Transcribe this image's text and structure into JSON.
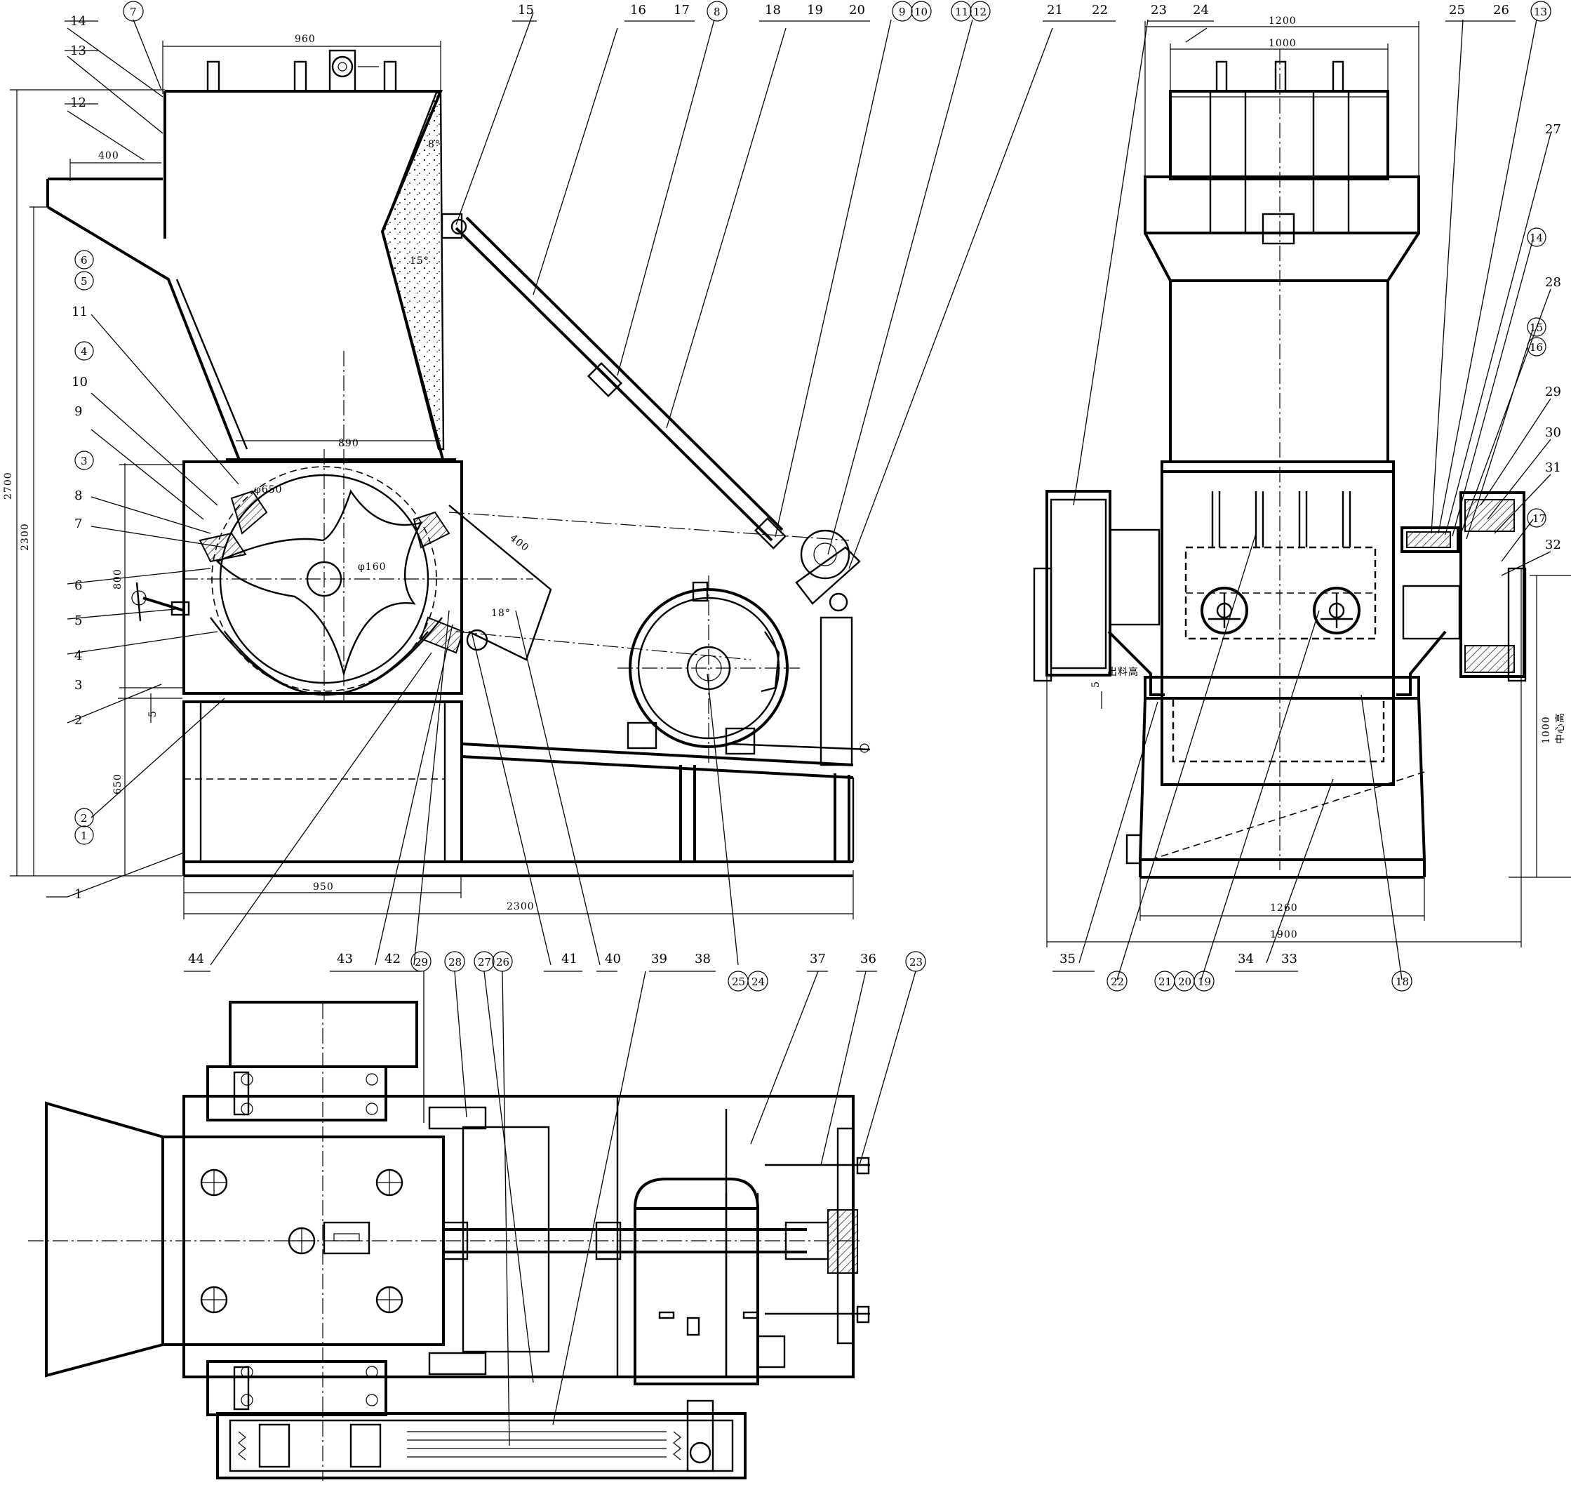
{
  "drawing": {
    "dimensions": {
      "side_view": [
        "960",
        "400",
        "2700",
        "2300",
        "800",
        "650",
        "5",
        "950",
        "2300",
        "890",
        "400",
        "18°",
        "8°",
        "15°"
      ],
      "end_view": [
        "1200",
        "1000",
        "5",
        "1000",
        "1260",
        "1900"
      ],
      "diameters": [
        "φ650",
        "φ160"
      ],
      "end_view_small_text": [
        "出料高",
        "中心高"
      ]
    },
    "side_view_labels": {
      "plain_top": [
        "14",
        "13",
        "12",
        "15",
        "16",
        "17",
        "18",
        "19",
        "20",
        "21",
        "22"
      ],
      "circled_top": [
        "7",
        "8",
        "9",
        "10",
        "11",
        "12"
      ],
      "plain_left": [
        "11",
        "10",
        "9",
        "8",
        "7",
        "6",
        "5",
        "4",
        "3",
        "2",
        "1"
      ],
      "circled_left": [
        "6",
        "5",
        "4",
        "3",
        "2",
        "1"
      ],
      "plain_bottom": [
        "44",
        "43",
        "42",
        "41",
        "40"
      ],
      "circled_bottom": [
        "25",
        "24"
      ]
    },
    "end_view_labels": {
      "plain_top": [
        "23",
        "24",
        "25",
        "26"
      ],
      "circled_right": [
        "13",
        "14",
        "15",
        "16",
        "17"
      ],
      "plain_right": [
        "27",
        "28",
        "29",
        "30",
        "31",
        "32"
      ],
      "plain_bottom": [
        "35",
        "34",
        "33"
      ],
      "circled_bottom": [
        "22",
        "21",
        "20",
        "19",
        "18"
      ]
    },
    "plan_view_labels": {
      "circled_top": [
        "29",
        "28",
        "27",
        "26",
        "23"
      ],
      "plain_top": [
        "39",
        "38",
        "37",
        "36"
      ]
    }
  }
}
